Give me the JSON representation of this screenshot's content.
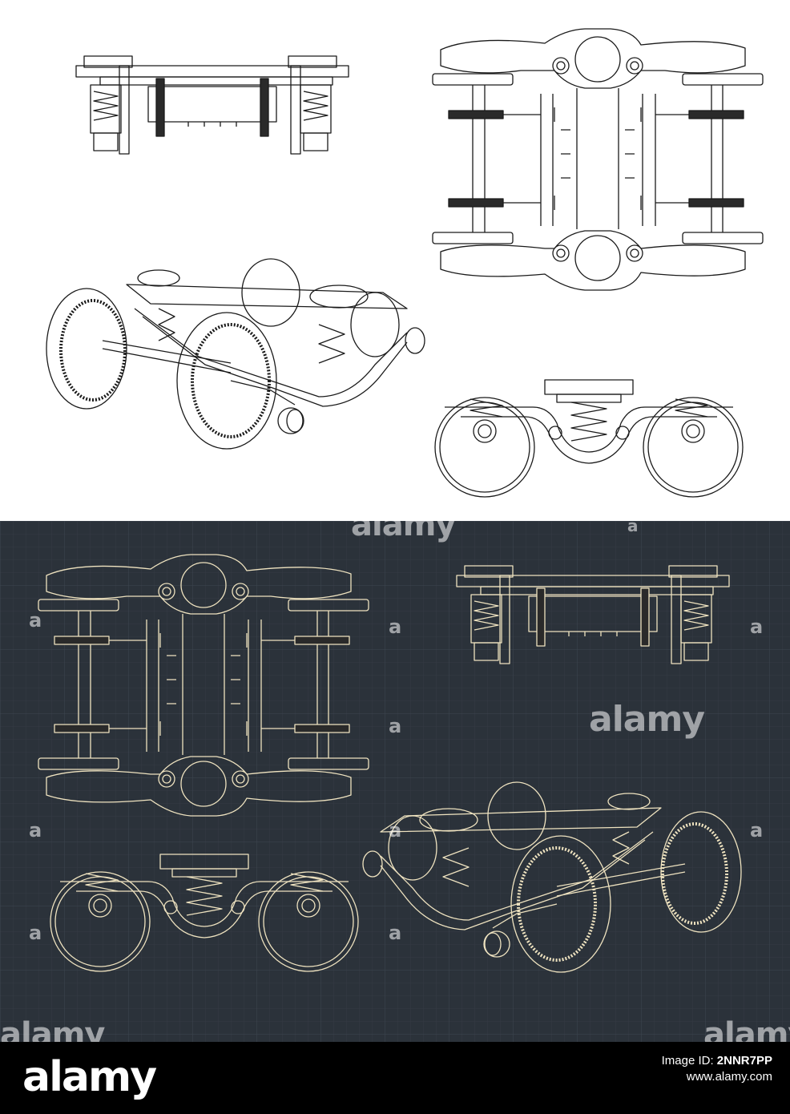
{
  "watermark": {
    "brand": "alamy",
    "logo_letter": "a"
  },
  "footer": {
    "brand": "alamy",
    "image_id_label": "Image ID:",
    "image_id": "2NNR7PP",
    "site": "www.alamy.com"
  },
  "colors": {
    "top_background": "#ffffff",
    "top_line": "#1a1a1a",
    "blueprint_background": "#2b323a",
    "blueprint_grid": "#3a424b",
    "blueprint_line": "#efe3c0",
    "blueprint_fill": "#e9d9a8",
    "footer_background": "#000000"
  },
  "drawings": [
    {
      "name": "front-view",
      "panel": "top"
    },
    {
      "name": "plan-view",
      "panel": "top"
    },
    {
      "name": "isometric-view",
      "panel": "top"
    },
    {
      "name": "side-view",
      "panel": "top"
    },
    {
      "name": "plan-view",
      "panel": "blueprint"
    },
    {
      "name": "front-view",
      "panel": "blueprint"
    },
    {
      "name": "side-view",
      "panel": "blueprint"
    },
    {
      "name": "isometric-view",
      "panel": "blueprint"
    }
  ]
}
